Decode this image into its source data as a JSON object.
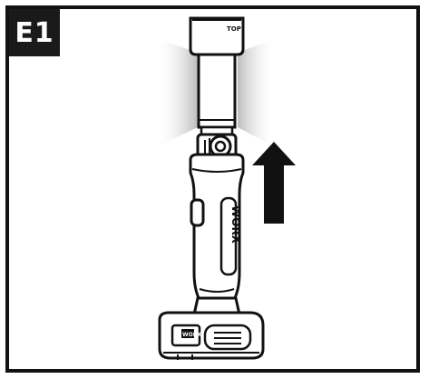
{
  "step": {
    "label": "E1"
  },
  "product": {
    "brand_on_handle": "WORX",
    "brand_on_base": "WORX",
    "cap_text": "TOP"
  },
  "arrow": {
    "direction": "up"
  },
  "colors": {
    "ink": "#111111",
    "badge_bg": "#1a1a1a",
    "badge_text": "#ffffff",
    "light_glow": "#c8c8c8",
    "body_fill": "#ffffff"
  }
}
